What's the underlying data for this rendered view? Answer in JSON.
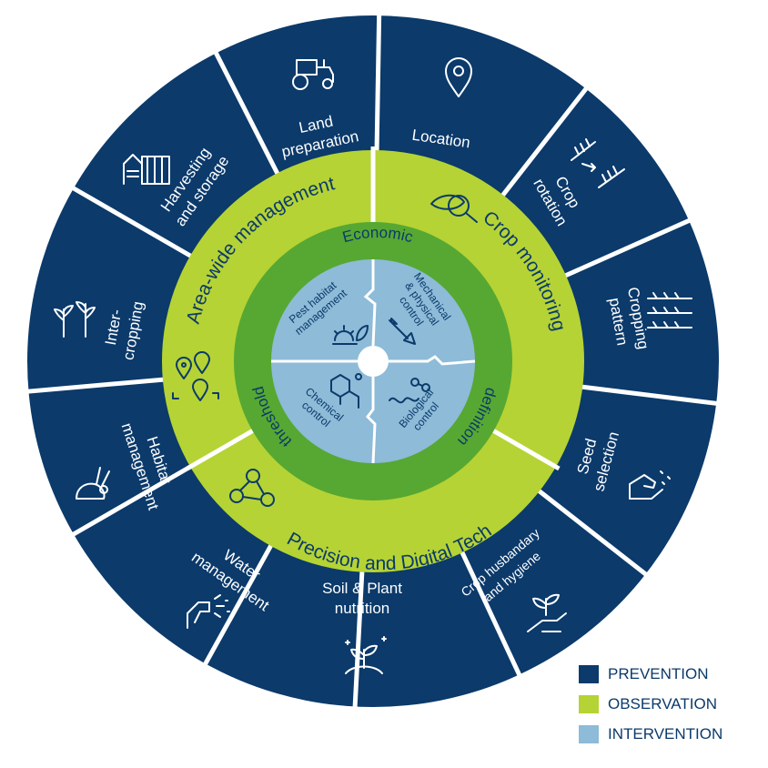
{
  "colors": {
    "prevention": "#0b3a6b",
    "observation": "#b5d334",
    "economic_ring": "#56a832",
    "intervention": "#8dbbd8",
    "text_dark": "#0b3a6b"
  },
  "outer_segments": [
    {
      "lines": [
        "Land",
        "preparation"
      ],
      "icon": "tractor-icon"
    },
    {
      "lines": [
        "Location"
      ],
      "icon": "map-pin-icon"
    },
    {
      "lines": [
        "Crop",
        "rotation"
      ],
      "icon": "wheat-rotation-icon"
    },
    {
      "lines": [
        "Cropping",
        "pattern"
      ],
      "icon": "wheat-rows-icon"
    },
    {
      "lines": [
        "Seed",
        "selection"
      ],
      "icon": "hand-seed-icon"
    },
    {
      "lines": [
        "Crop husbandary",
        "and hygiene"
      ],
      "icon": "hand-sprout-icon"
    },
    {
      "lines": [
        "Soil & Plant",
        "nutrition"
      ],
      "icon": "sprout-sparkle-icon"
    },
    {
      "lines": [
        "Water",
        "management"
      ],
      "icon": "water-spray-icon"
    },
    {
      "lines": [
        "Habitat",
        "management"
      ],
      "icon": "rabbit-icon"
    },
    {
      "lines": [
        "Inter-",
        "cropping"
      ],
      "icon": "plants-icon"
    },
    {
      "lines": [
        "Harvesting",
        "and storage"
      ],
      "icon": "storage-barn-icon"
    }
  ],
  "middle_ring": [
    {
      "label": "Area-wide management",
      "icon": "location-pins-icon"
    },
    {
      "label": "Crop monitoring",
      "icon": "magnifier-leaf-icon"
    },
    {
      "label": "Precision and Digital Tech",
      "icon": "network-nodes-icon"
    }
  ],
  "economic_ring": {
    "top": "Economic",
    "right": "definition",
    "left": "threshold"
  },
  "quadrants": [
    {
      "lines": [
        "Pest habitat",
        "management"
      ],
      "icon": "sun-leaf-icon"
    },
    {
      "lines": [
        "Mechanical",
        "& physical",
        "control"
      ],
      "icon": "shovel-icon"
    },
    {
      "lines": [
        "Biological",
        "control"
      ],
      "icon": "worm-molecule-icon"
    },
    {
      "lines": [
        "Chemical",
        "control"
      ],
      "icon": "molecule-icon"
    }
  ],
  "legend": [
    {
      "label": "PREVENTION",
      "color": "#0b3a6b"
    },
    {
      "label": "OBSERVATION",
      "color": "#b5d334"
    },
    {
      "label": "INTERVENTION",
      "color": "#8dbbd8"
    }
  ]
}
